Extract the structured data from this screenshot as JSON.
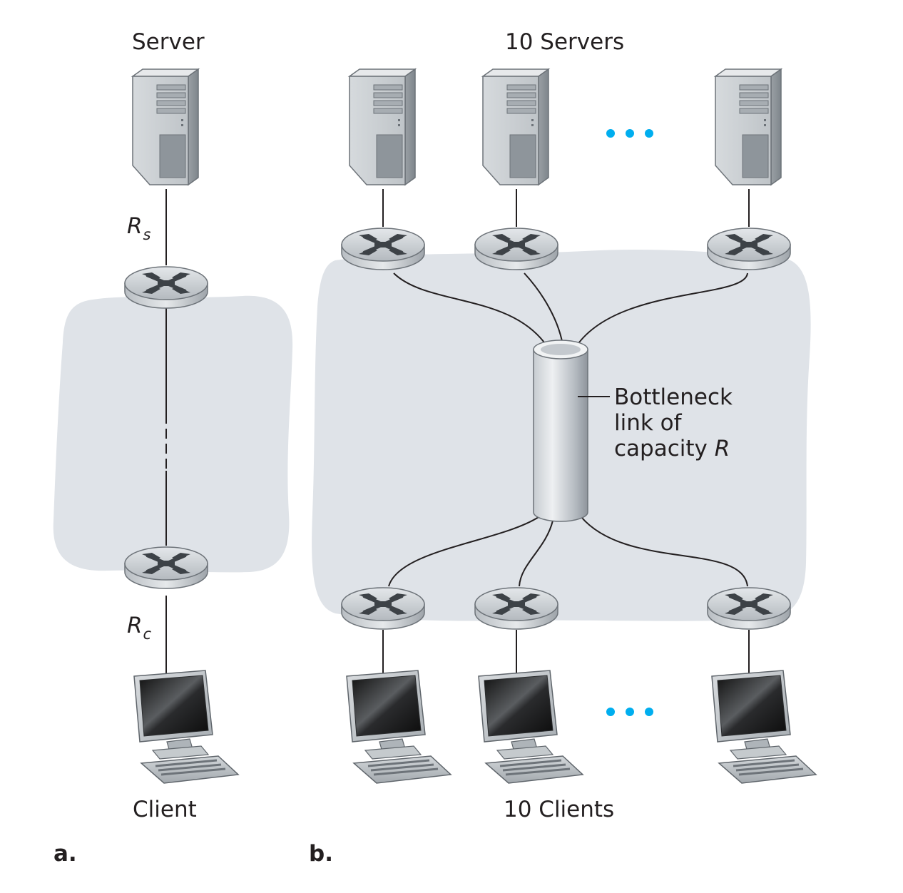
{
  "panel_a": {
    "label": "a.",
    "server_label": "Server",
    "client_label": "Client",
    "server_rate": {
      "symbol": "R",
      "subscript": "s"
    },
    "client_rate": {
      "symbol": "R",
      "subscript": "c"
    }
  },
  "panel_b": {
    "label": "b.",
    "servers_label": "10 Servers",
    "clients_label": "10 Clients",
    "bottleneck": {
      "line1": "Bottleneck",
      "line2": "link of",
      "line3_text": "capacity ",
      "line3_symbol": "R"
    }
  },
  "icons": {
    "server": "server-tower-icon",
    "router": "router-icon",
    "client": "desktop-computer-icon",
    "ellipsis": "ellipsis-icon",
    "bottleneck": "bottleneck-link-cylinder-icon"
  },
  "colors": {
    "network_cloud": "#dfe3e8",
    "ellipsis": "#00aeef",
    "line": "#231f20"
  }
}
